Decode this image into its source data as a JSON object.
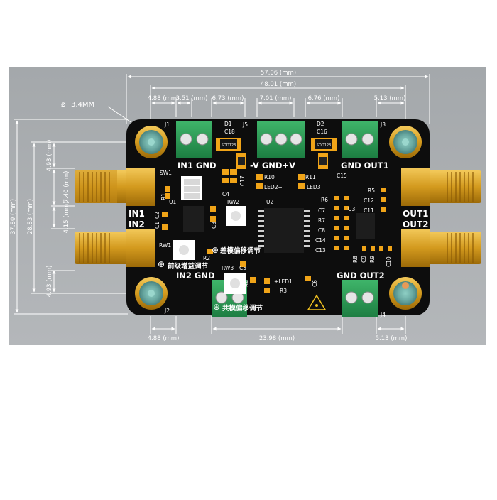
{
  "dimensions": {
    "width_total": "57.06 (mm)",
    "width_holes": "48.01 (mm)",
    "top_row": [
      "4.88 (mm)",
      "3.51 (mm)",
      "6.73 (mm)",
      "7.01 (mm)",
      "6.76 (mm)",
      "5.13 (mm)"
    ],
    "hole_diameter": "3.4MM",
    "height_total": "37.80 (mm)",
    "height_holes": "28.83 (mm)",
    "left_col": [
      "4.93 (mm)",
      "7.40 (mm)",
      "4.15 (mm)",
      "4.93 (mm)"
    ],
    "bottom_row": [
      "4.88 (mm)",
      "23.98 (mm)",
      "5.13 (mm)"
    ]
  },
  "board": {
    "connectors": {
      "in1_gnd": "IN1 GND",
      "power": "-V GND+V",
      "gnd_out1": "GND OUT1",
      "in2_gnd": "IN2 GND",
      "gnd_out2": "GND OUT2"
    },
    "sma": {
      "in1": "IN1",
      "in2": "IN2",
      "out1": "OUT1",
      "out2": "OUT2"
    },
    "chinese": {
      "diff_offset": "差模偏移调节",
      "pre_gain": "前级增益调节",
      "common_offset": "共模偏移调节"
    },
    "refs": {
      "J1": "J1",
      "J2": "J2",
      "J3": "J3",
      "J4": "J4",
      "J5": "J5",
      "D1": "D1",
      "D2": "D2",
      "C18": "C18",
      "C16": "C16",
      "C17": "C17",
      "C15": "C15",
      "R10": "R10",
      "R11": "R11",
      "LED2": "LED2+",
      "LED3": "LED3",
      "C4": "C4",
      "SW1": "SW1",
      "R1": "R1",
      "U1": "U1",
      "C1": "C1",
      "C2": "C2",
      "C3": "C3",
      "RW1": "RW1",
      "RW2": "RW2",
      "RW3": "RW3",
      "R2": "R2",
      "C5": "C5",
      "U2": "U2",
      "U3": "U3",
      "R6": "R6",
      "R7": "R7",
      "C7": "C7",
      "C8": "C8",
      "C14": "C14",
      "C13": "C13",
      "R5": "R5",
      "C12": "C12",
      "C11": "C11",
      "R8": "R8",
      "C9": "C9",
      "R9": "R9",
      "C10": "C10",
      "R4": "R4",
      "R3": "R3",
      "LED1": "+LED1",
      "C6": "C6",
      "SOD1": "SOD123",
      "SOD2": "SOD123"
    }
  }
}
